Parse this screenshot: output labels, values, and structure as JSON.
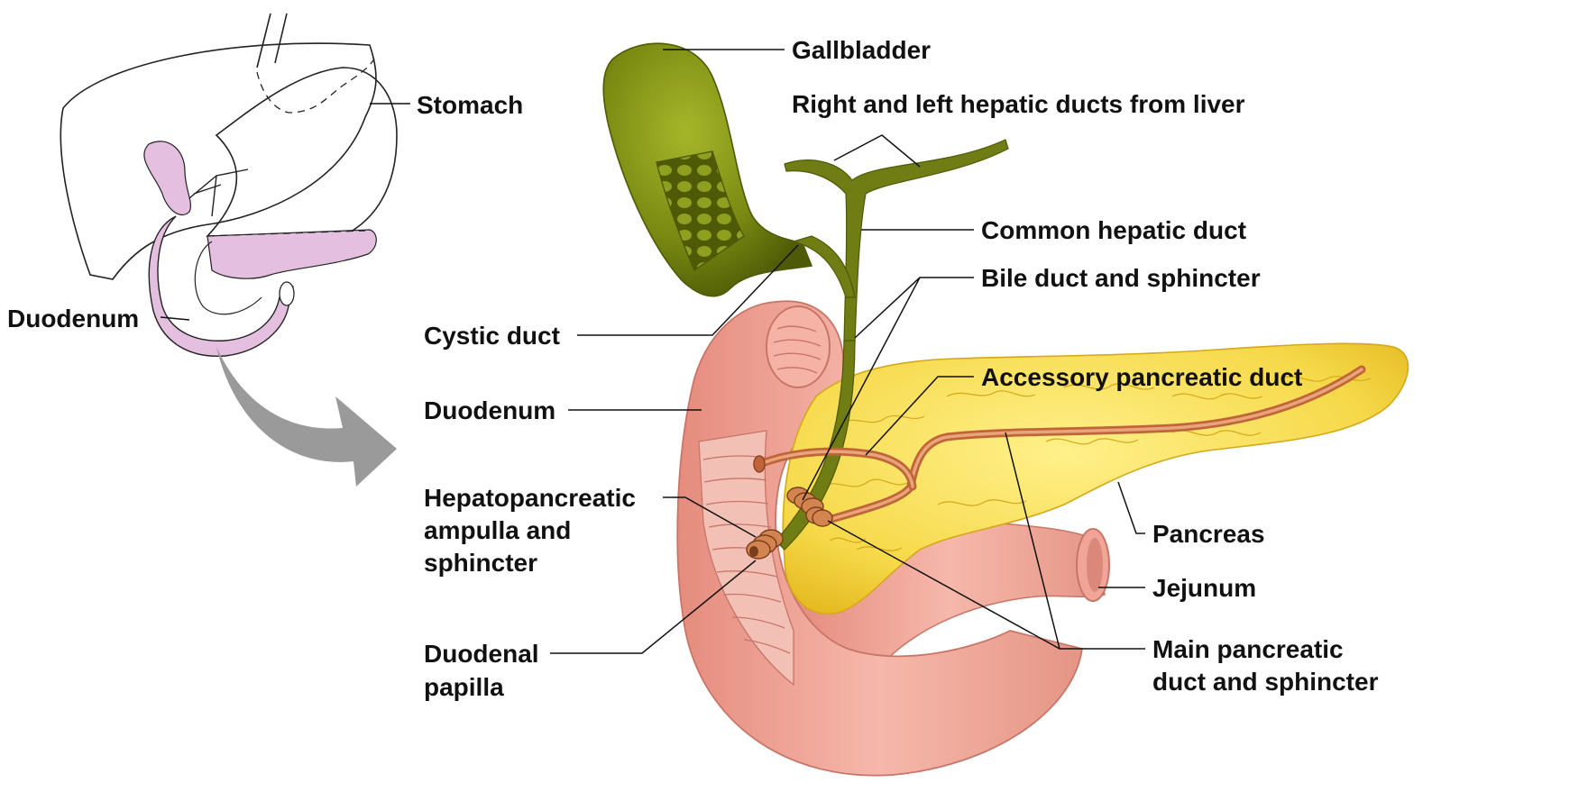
{
  "labels": {
    "overview": {
      "stomach": "Stomach",
      "duodenum": "Duodenum"
    },
    "detail": {
      "gallbladder": "Gallbladder",
      "hepatic_ducts": "Right and left hepatic ducts from liver",
      "common_hepatic": "Common hepatic duct",
      "bile_duct": "Bile duct and sphincter",
      "cystic_duct": "Cystic duct",
      "accessory_duct": "Accessory pancreatic duct",
      "duodenum": "Duodenum",
      "hepatopancreatic_1": "Hepatopancreatic",
      "hepatopancreatic_2": "ampulla and",
      "hepatopancreatic_3": "sphincter",
      "pancreas": "Pancreas",
      "jejunum": "Jejunum",
      "duodenal_papilla_1": "Duodenal",
      "duodenal_papilla_2": "papilla",
      "main_duct_1": "Main pancreatic",
      "main_duct_2": "duct and sphincter"
    }
  },
  "colors": {
    "gallbladder": "#7a8a12",
    "gallbladder_dark": "#5a6608",
    "duct_green": "#6f7d14",
    "duodenum": "#eea79a",
    "duodenum_dark": "#d67f72",
    "pancreas": "#f6d94a",
    "pancreas_dark": "#e0b820",
    "pancreatic_duct": "#d3774a",
    "overview_pink": "#e4bfe0",
    "arrow_gray": "#9a9a9a"
  }
}
